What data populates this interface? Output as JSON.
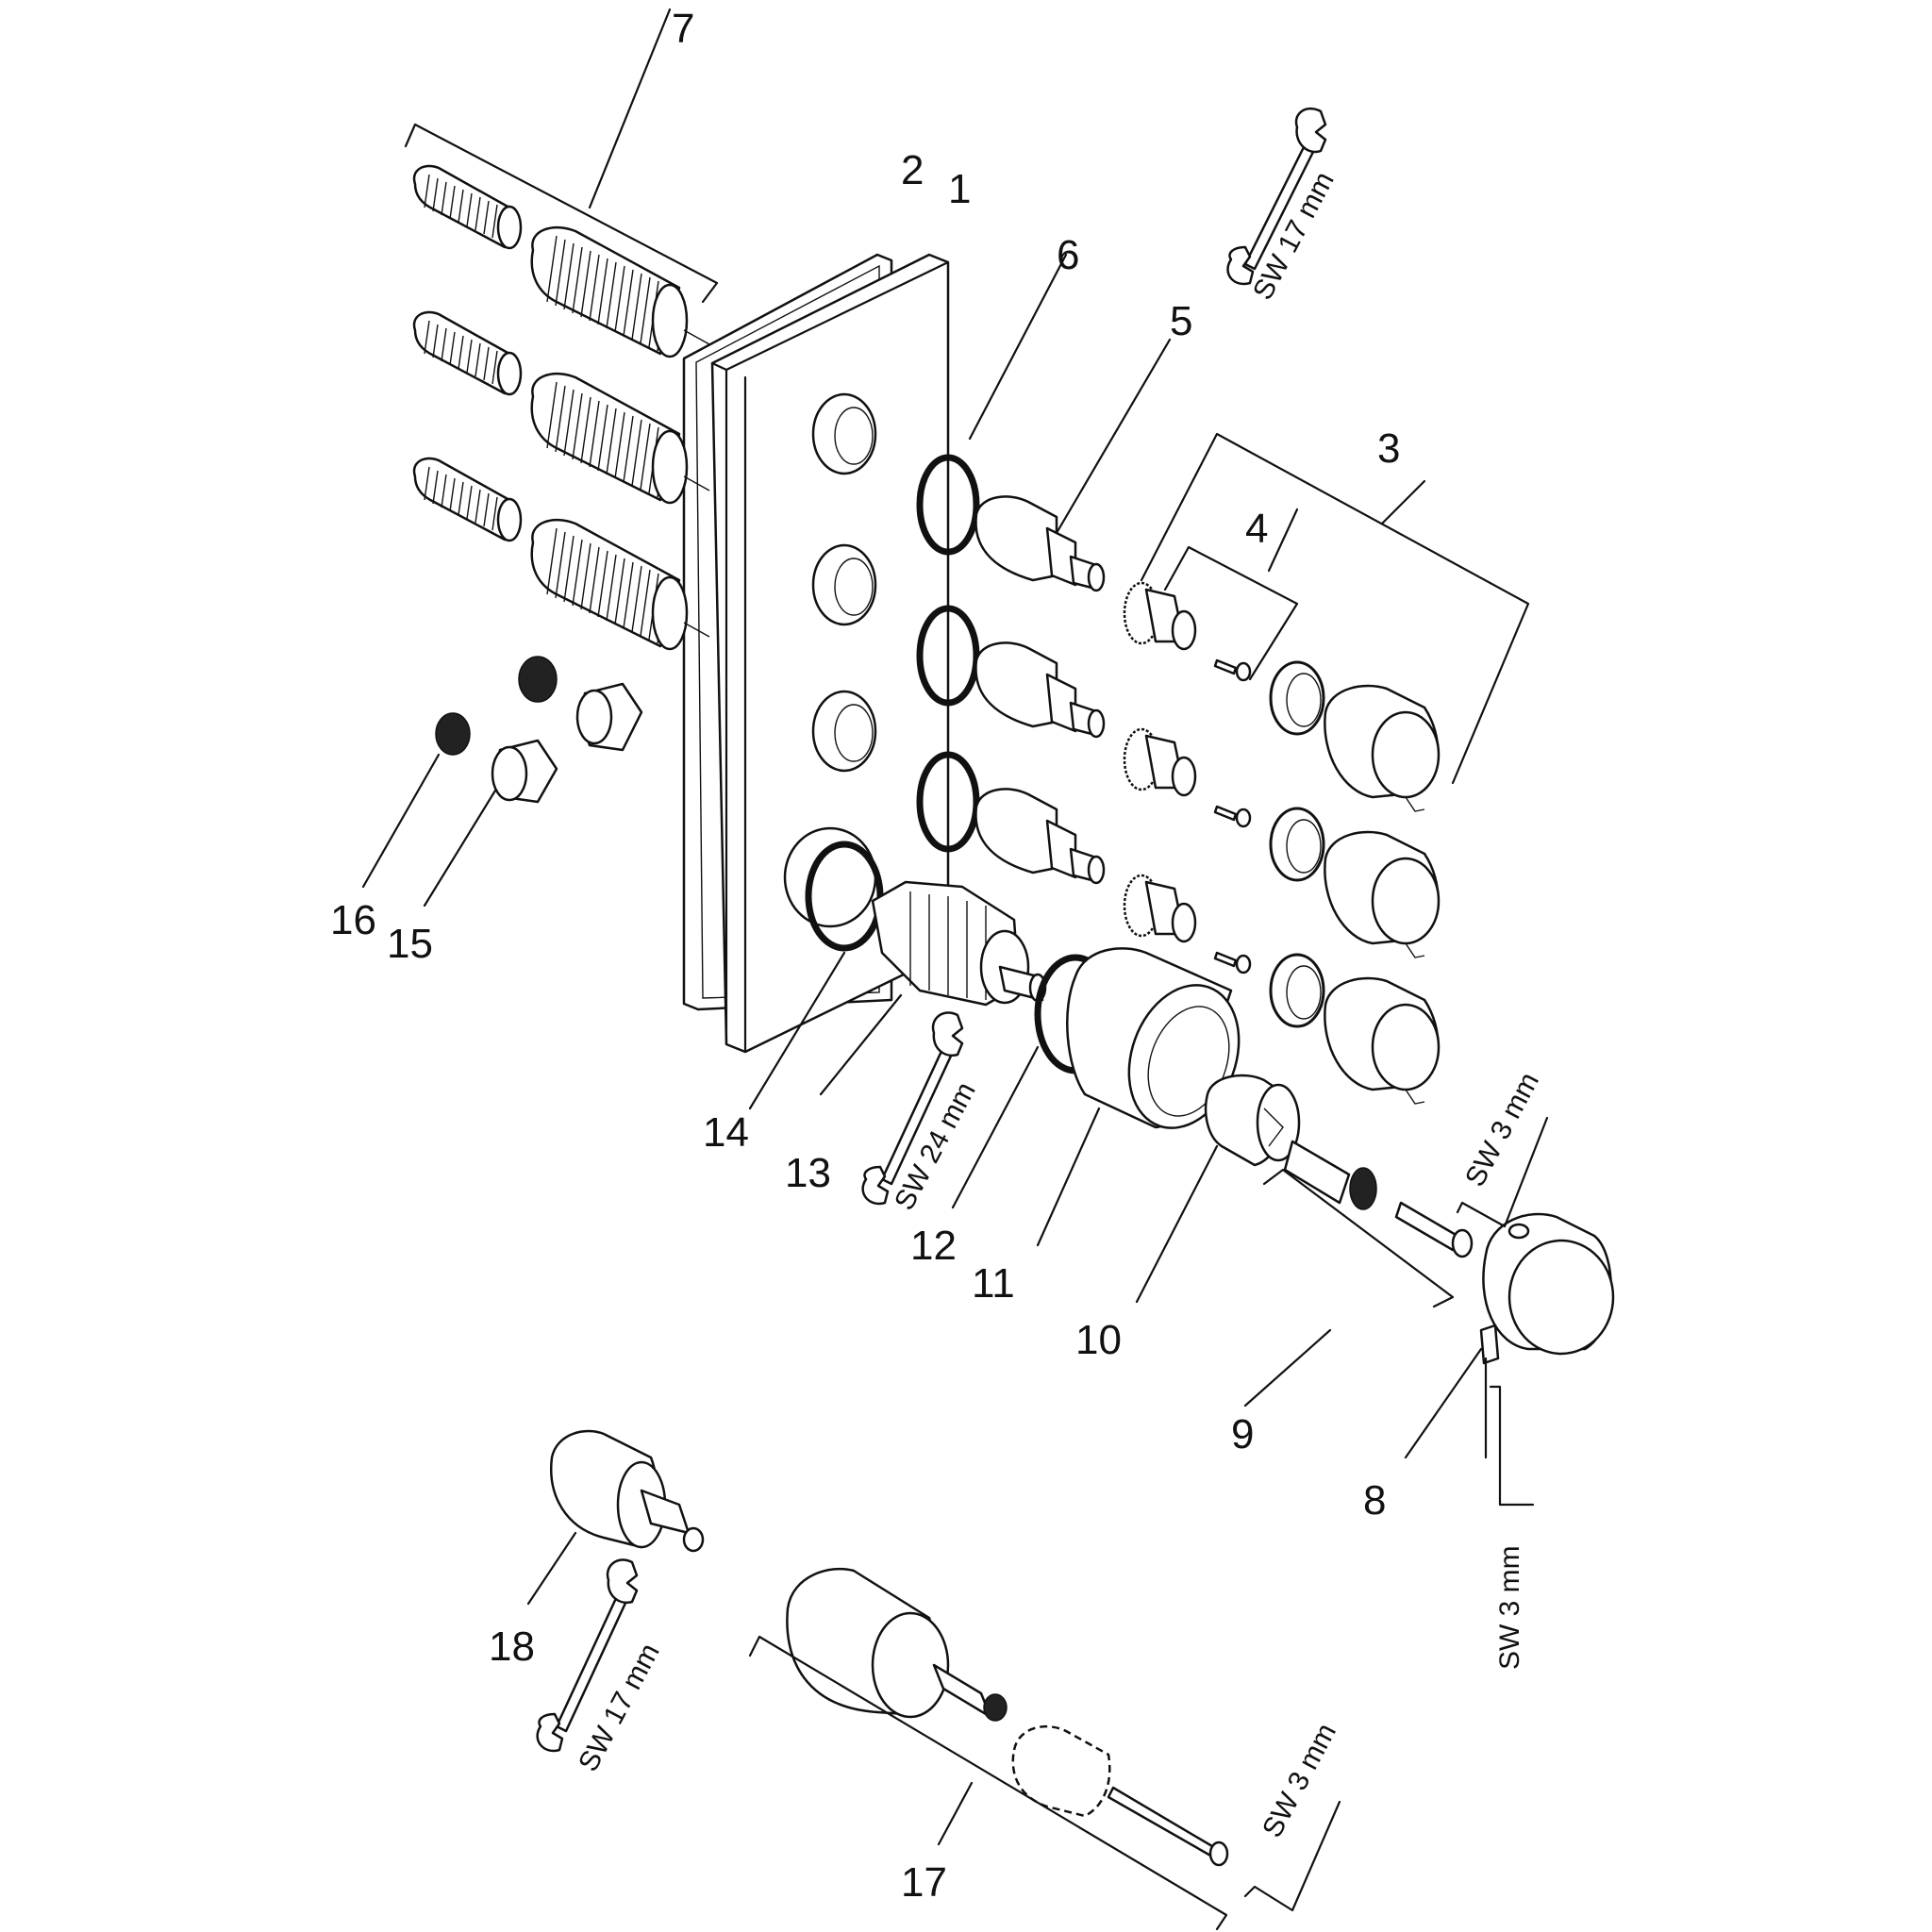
{
  "diagram": {
    "part_numbers": {
      "p1": "1",
      "p2": "2",
      "p3": "3",
      "p4": "4",
      "p5": "5",
      "p6": "6",
      "p7": "7",
      "p8": "8",
      "p9": "9",
      "p10": "10",
      "p11": "11",
      "p12": "12",
      "p13": "13",
      "p14": "14",
      "p15": "15",
      "p16": "16",
      "p17": "17",
      "p18": "18"
    },
    "tool_labels": {
      "wrench_top": "SW 17 mm",
      "wrench_mid": "SW 24 mm",
      "hexkey_right_top": "SW 3 mm",
      "hexkey_right_bottom": "SW 3 mm",
      "wrench_bottom": "SW 17 mm",
      "hexkey_bottom": "SW 3 mm"
    }
  }
}
